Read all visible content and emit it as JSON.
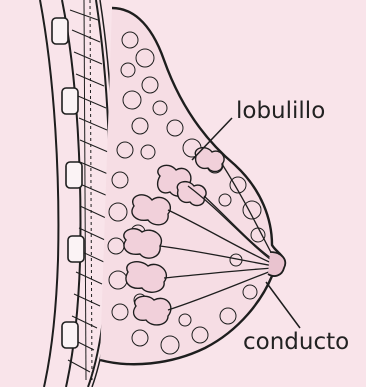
{
  "colors": {
    "background": "#f9e4ea",
    "tissue": "#f6dde4",
    "ink": "#1e1e1e"
  },
  "labels": {
    "lobule": "lobulillo",
    "duct": "conducto"
  },
  "icons": [
    "anatomy-illustration"
  ]
}
